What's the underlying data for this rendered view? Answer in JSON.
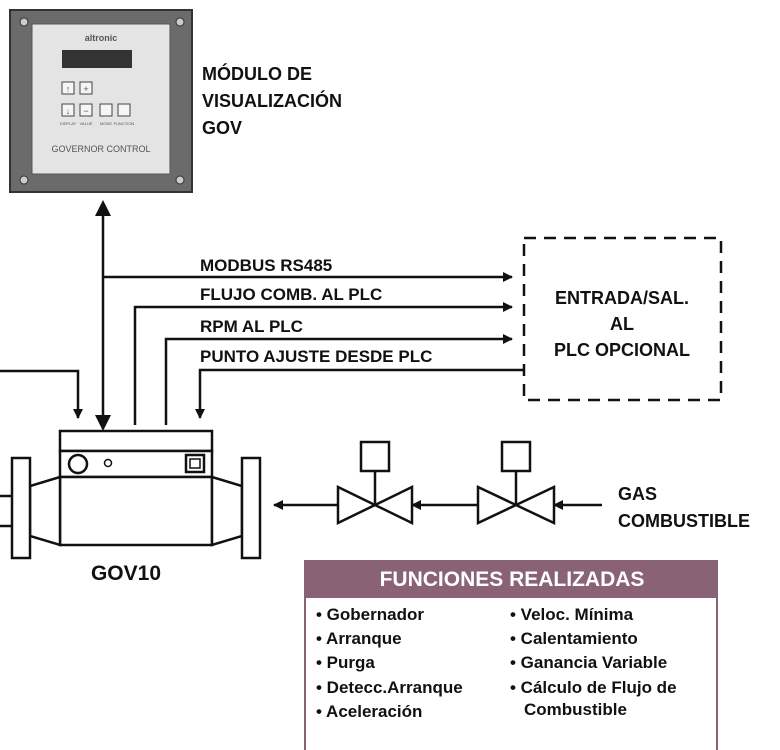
{
  "display_module": {
    "brand": "altronic",
    "buttons": [
      "↑",
      "+",
      "↓",
      "−"
    ],
    "button_captions": [
      "DISPLAY",
      "VALUE",
      "MODE",
      "FUNCTION"
    ],
    "panel_text": "GOVERNOR CONTROL",
    "caption_lines": [
      "MÓDULO DE",
      "VISUALIZACIÓN",
      "GOV"
    ]
  },
  "signals": {
    "modbus": "MODBUS RS485",
    "fuel_flow": "FLUJO COMB. AL PLC",
    "rpm": "RPM AL PLC",
    "setpoint": "PUNTO AJUSTE DESDE PLC"
  },
  "plc_box": {
    "lines": [
      "ENTRADA/SAL.",
      "AL",
      "PLC OPCIONAL"
    ]
  },
  "gas": {
    "lines": [
      "GAS",
      "COMBUSTIBLE"
    ]
  },
  "gov_label": "GOV10",
  "functions": {
    "title": "FUNCIONES REALIZADAS",
    "left": [
      "• Gobernador",
      "• Arranque",
      "• Purga",
      "• Detecc.Arranque",
      "• Aceleración"
    ],
    "right": [
      "• Veloc. Mínima",
      "• Calentamiento",
      "• Ganancia Variable",
      "• Cálculo de Flujo de",
      "Combustible"
    ]
  }
}
